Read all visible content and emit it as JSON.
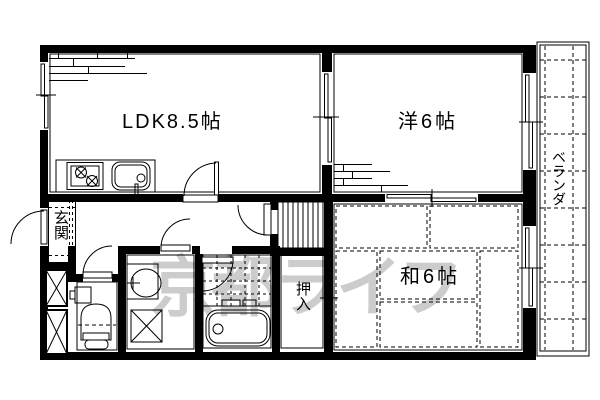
{
  "floor_plan": {
    "rooms": {
      "ldk": {
        "label": "LDK8.5帖"
      },
      "western_room": {
        "label": "洋6帖"
      },
      "japanese_room": {
        "label": "和6帖"
      },
      "entrance": {
        "label": "玄関"
      },
      "closet": {
        "label": "押入"
      },
      "veranda": {
        "label": "ベランダ"
      }
    },
    "watermark": "京都ライフ",
    "colors": {
      "line": "#000000",
      "watermark": "#c7c7c7",
      "background": "#ffffff"
    }
  }
}
